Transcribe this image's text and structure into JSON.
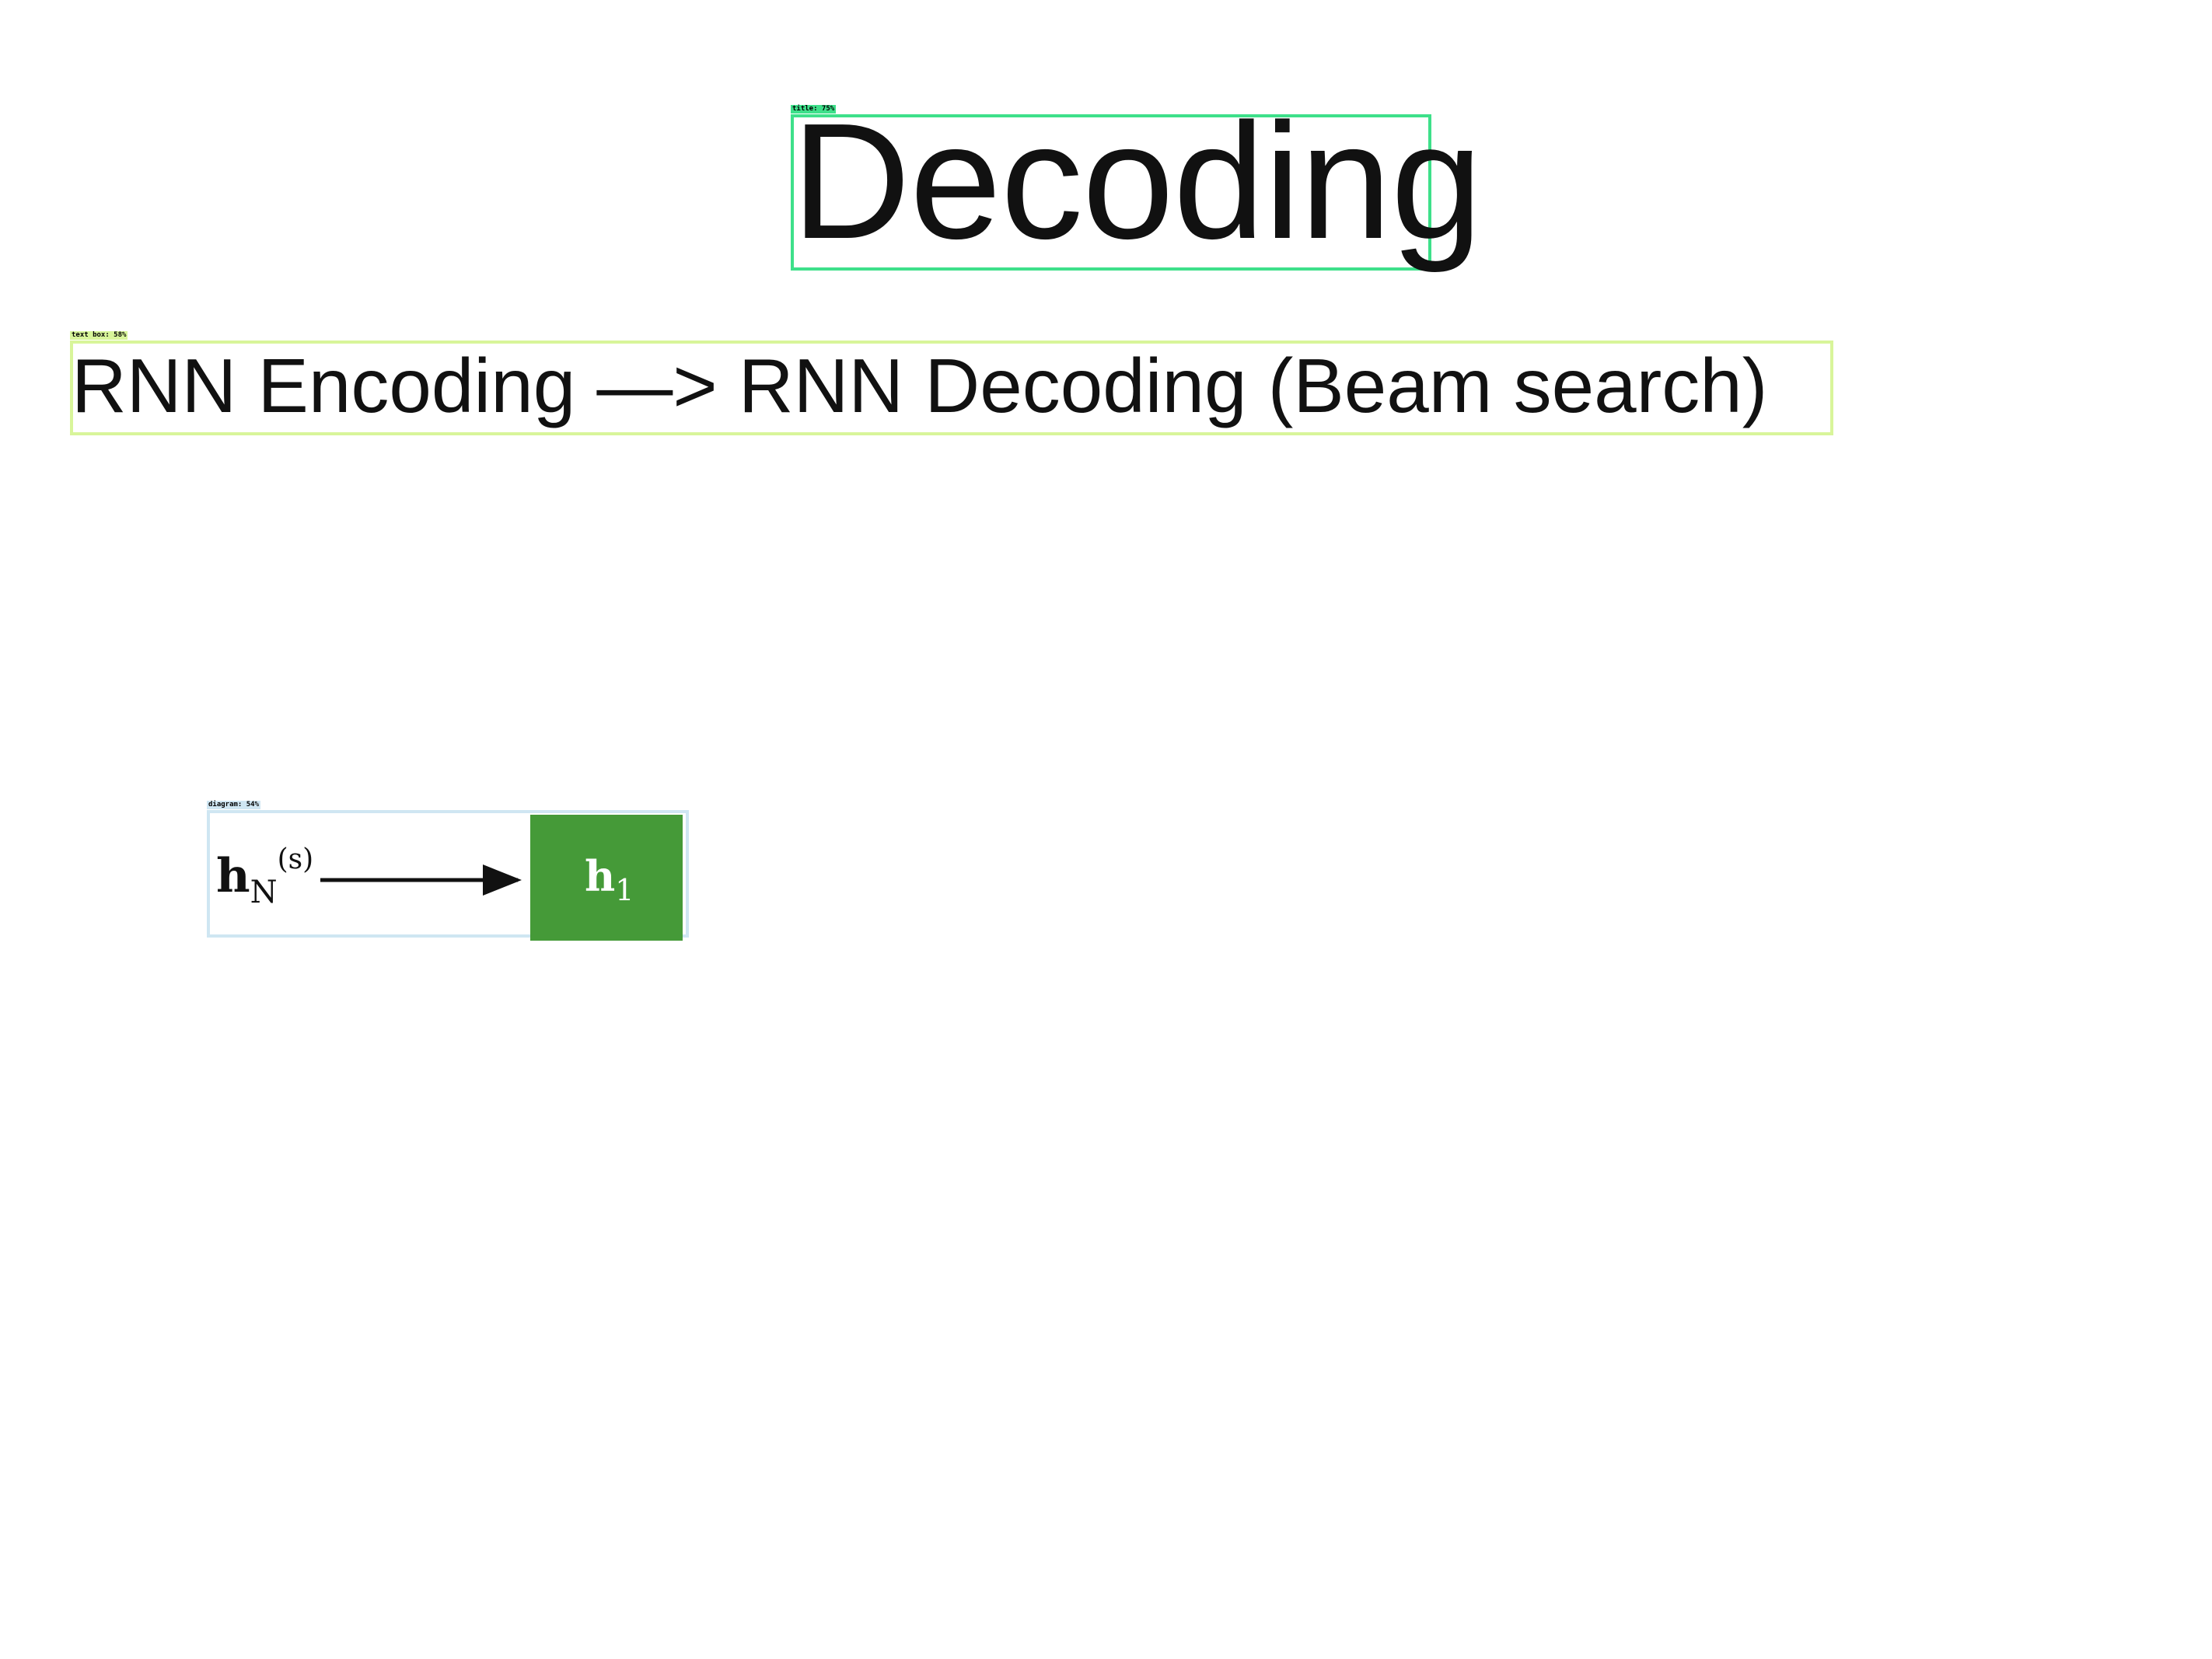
{
  "title": {
    "text": "Decoding",
    "detection_label": "title: 75%",
    "color": "#3ee08a"
  },
  "text_box": {
    "text": "RNN Encoding —> RNN Decoding (Beam search)",
    "detection_label": "text box: 58%",
    "color": "#d8f59a"
  },
  "diagram": {
    "detection_label": "diagram: 54%",
    "color": "#cfe6f2",
    "source_node": {
      "base": "h",
      "subscript": "N",
      "superscript": "(s)"
    },
    "target_node": {
      "base": "h",
      "subscript": "1",
      "fill": "#459a38"
    }
  }
}
